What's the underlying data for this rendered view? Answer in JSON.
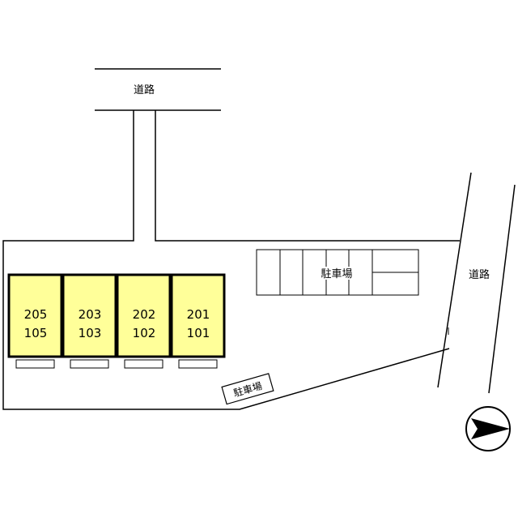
{
  "road_labels": {
    "top": "道路",
    "right": "道路"
  },
  "parking_labels": {
    "main": "駐車場",
    "small": "駐車場"
  },
  "units": [
    {
      "upper": "205",
      "lower": "105"
    },
    {
      "upper": "203",
      "lower": "103"
    },
    {
      "upper": "202",
      "lower": "102"
    },
    {
      "upper": "201",
      "lower": "101"
    }
  ],
  "colors": {
    "unit_fill": "#ffff99",
    "line": "#000000",
    "background": "#ffffff"
  },
  "north_arrow_icon": "north-arrow-icon"
}
